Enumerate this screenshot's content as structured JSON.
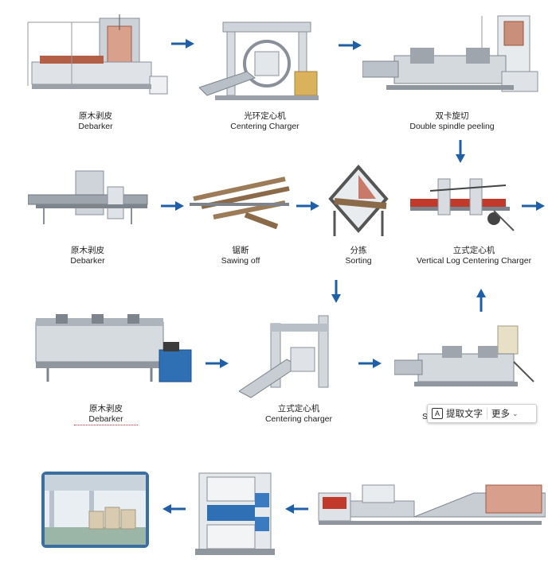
{
  "steps": [
    {
      "id": "s1",
      "cn": "原木剥皮",
      "en": "Debarker"
    },
    {
      "id": "s2",
      "cn": "光环定心机",
      "en": "Centering Charger"
    },
    {
      "id": "s3",
      "cn": "双卡旋切",
      "en": "Double spindle  peeling"
    },
    {
      "id": "s4",
      "cn": "原木剥皮",
      "en": "Debarker"
    },
    {
      "id": "s5",
      "cn": "锯断",
      "en": "Sawing off"
    },
    {
      "id": "s6",
      "cn": "分拣",
      "en": "Sorting"
    },
    {
      "id": "s7",
      "cn": "立式定心机",
      "en": "Vertical Log Centering Charger"
    },
    {
      "id": "s8",
      "cn": "原木剥皮",
      "en": "Debarker"
    },
    {
      "id": "s9",
      "cn": "立式定心机",
      "en": "Centering charger"
    },
    {
      "id": "s10",
      "cn": "",
      "en": "S",
      "en_tail": "eli"
    }
  ],
  "toolbar": {
    "extract_text": "提取文字",
    "more": "更多",
    "a_glyph": "A"
  },
  "colors": {
    "arrow": "#1f5fa8",
    "machine_gray": "#8a9099",
    "accent_red": "#c0392b"
  },
  "icons": [
    "arrow-right-icon",
    "arrow-down-icon",
    "arrow-up-icon",
    "arrow-left-icon",
    "text-extract-icon",
    "chevron-down-icon"
  ]
}
